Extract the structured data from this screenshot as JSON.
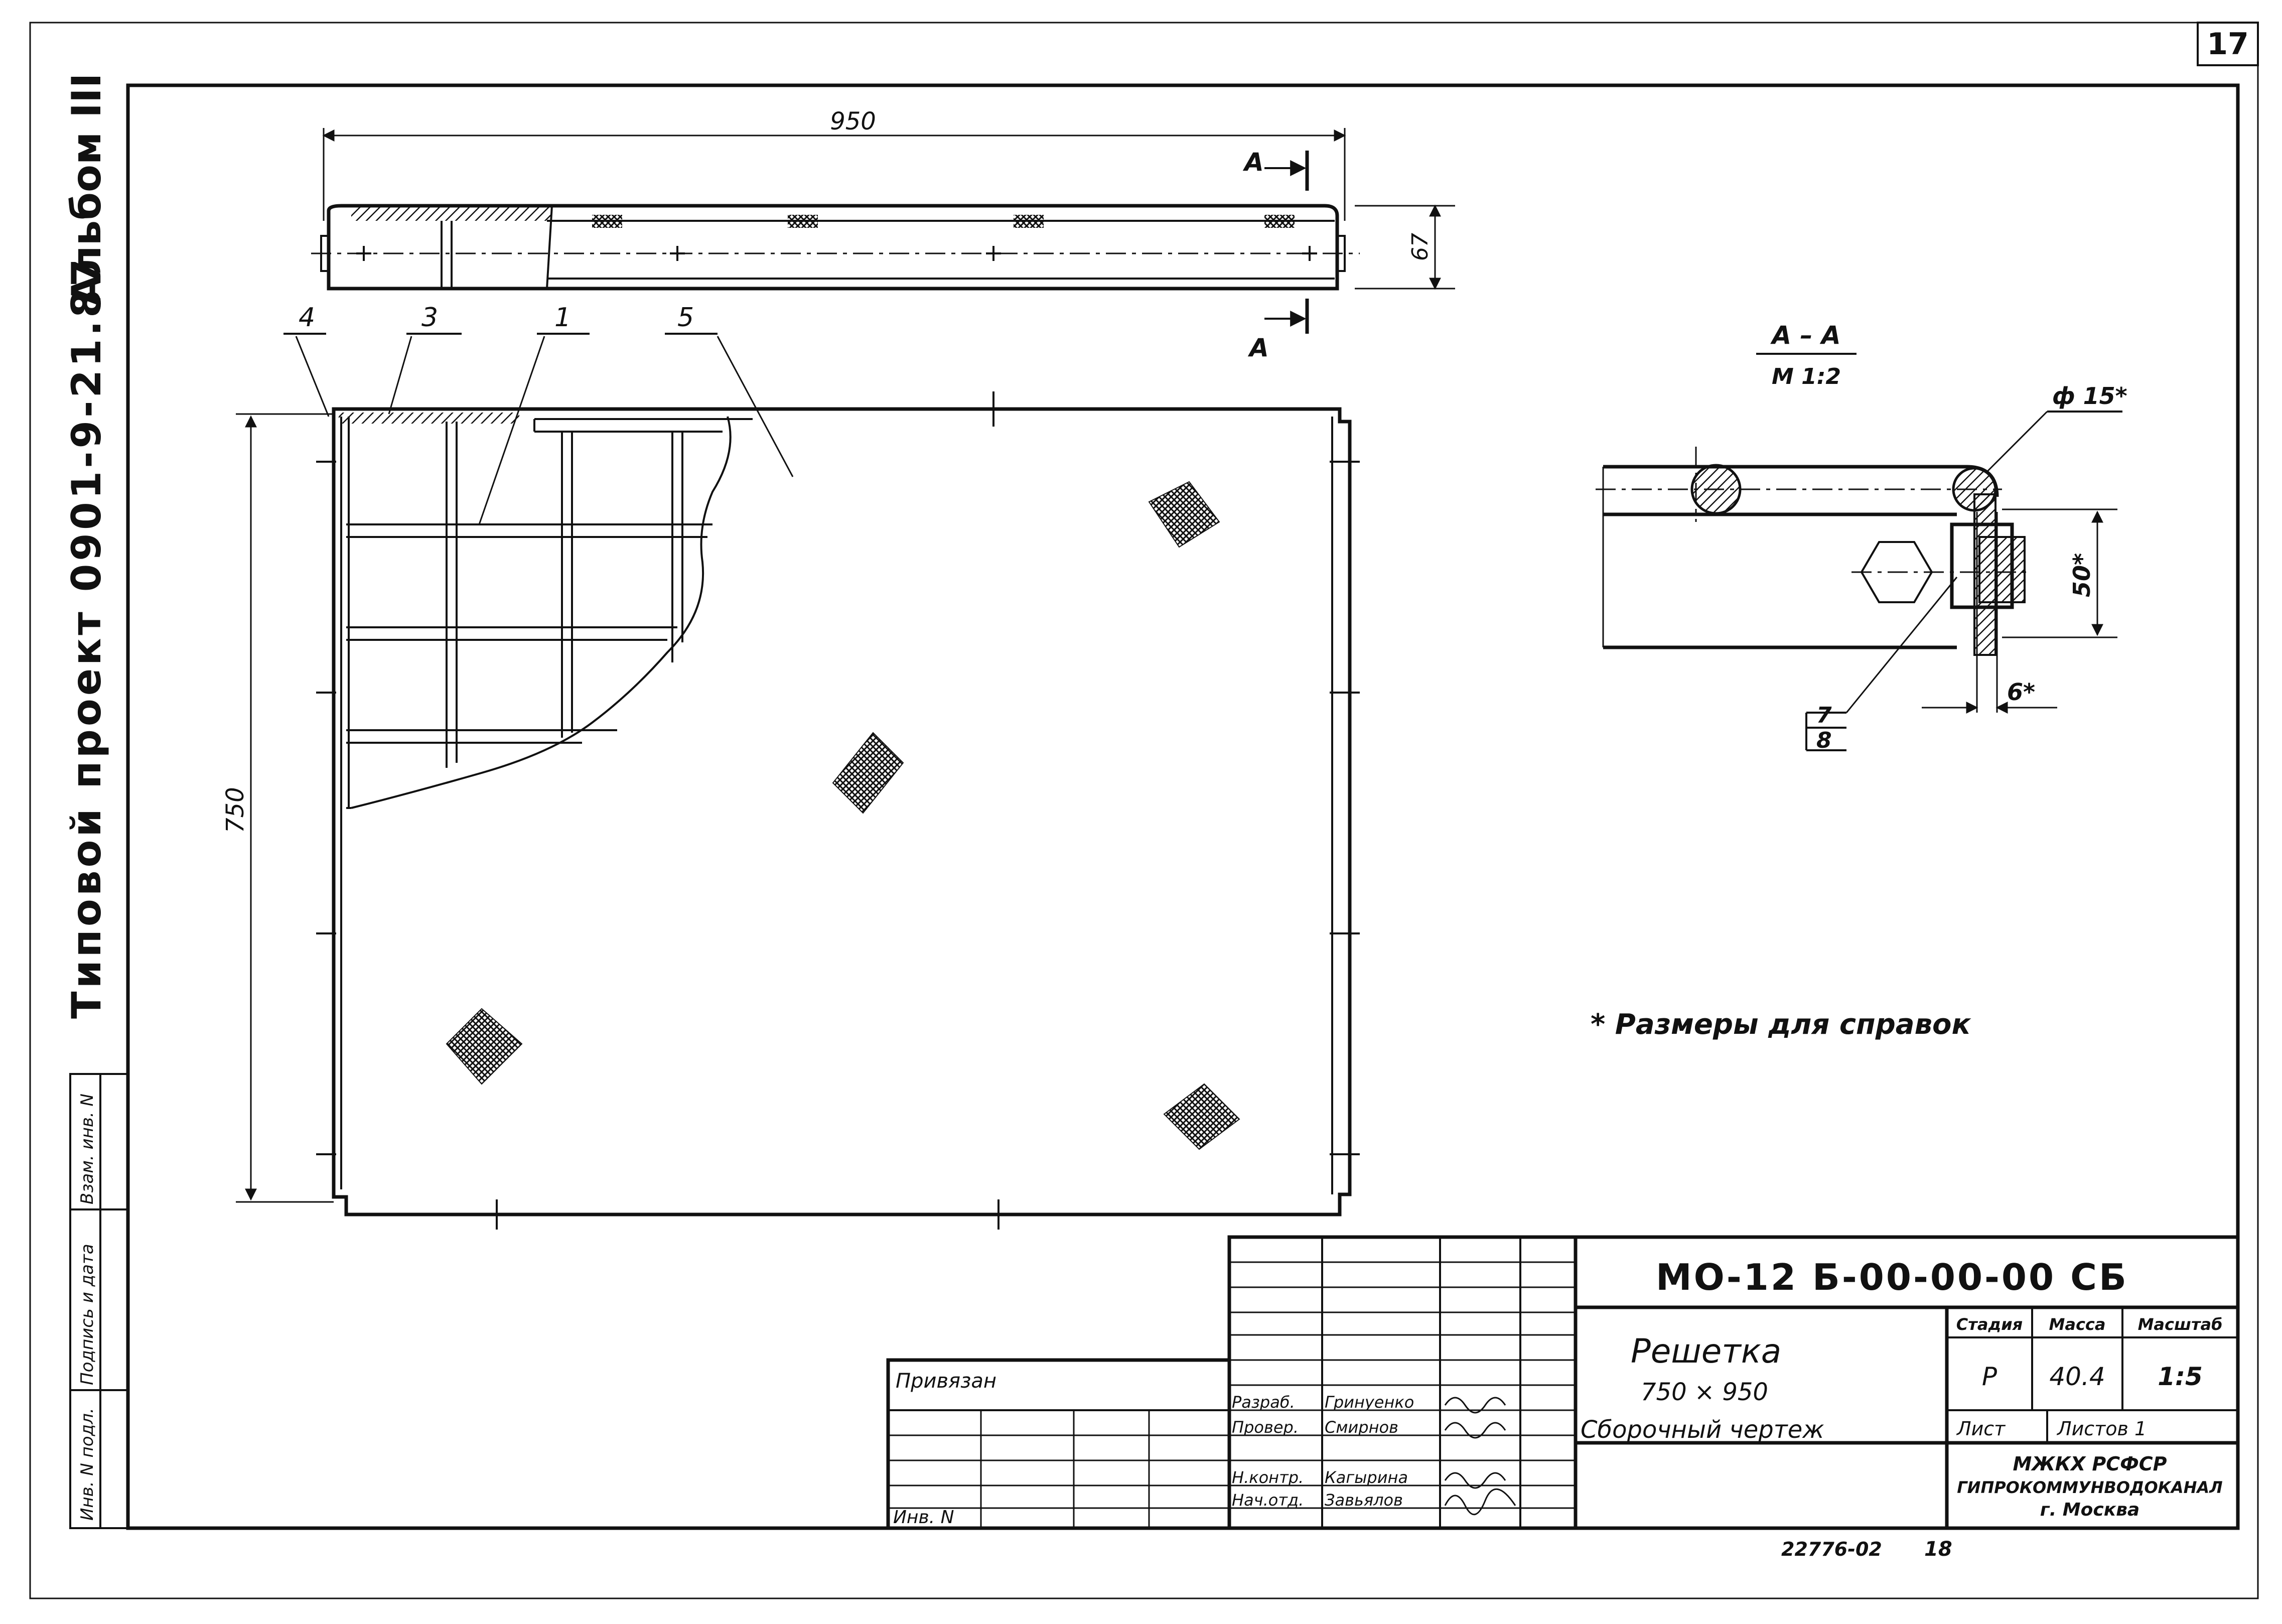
{
  "sheet": {
    "sheet_number": "17",
    "album": "Альбом III",
    "project": "Типовой проект 0901-9-21.87",
    "side_labels": [
      "Инв. N подл.",
      "Подпись и дата",
      "Взам. инв. N"
    ]
  },
  "top_view": {
    "dim_length": "950",
    "dim_height": "67",
    "section_mark_top": "А",
    "section_mark_bottom": "А"
  },
  "plan_view": {
    "dim_height": "750",
    "callouts": [
      "4",
      "3",
      "1",
      "5"
    ]
  },
  "section": {
    "title": "А – А",
    "scale": "М 1:2",
    "dim_diameter": "ф 15*",
    "dim_50": "50*",
    "dim_6": "6*",
    "callout_top": "7",
    "callout_bottom": "8"
  },
  "note": "* Размеры для справок",
  "title_block": {
    "designation": "МО-12 Б-00-00-00 СБ",
    "name_line1": "Решетка",
    "name_line2": "750 × 950",
    "doc_type": "Сборочный чертеж",
    "head_stage": "Стадия",
    "head_mass": "Масса",
    "head_scale": "Масштаб",
    "stage": "Р",
    "mass": "40.4",
    "scale": "1:5",
    "sheet_label": "Лист",
    "sheets_label": "Листов 1",
    "org_line1": "МЖКХ   РСФСР",
    "org_line2": "ГИПРОКОММУНВОДОКАНАЛ",
    "org_line3": "г. Москва",
    "roles": [
      {
        "role": "Разраб.",
        "name": "Гринуенко"
      },
      {
        "role": "Провер.",
        "name": "Смирнов"
      },
      {
        "role": "Н.контр.",
        "name": "Кагырина"
      },
      {
        "role": "Нач.отд.",
        "name": "Завьялов"
      }
    ],
    "attached_label": "Привязан",
    "inv_label": "Инв. N"
  },
  "footer": {
    "order": "22776-02",
    "page": "18"
  }
}
